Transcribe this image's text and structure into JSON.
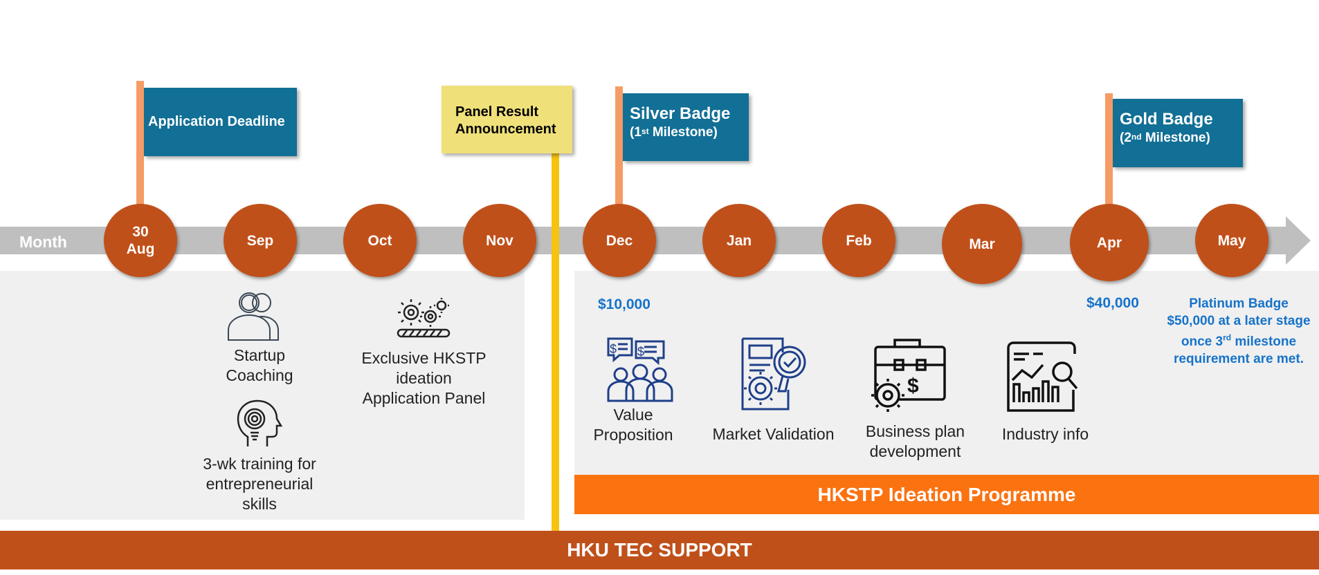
{
  "timeline": {
    "axis_label": "Month",
    "months": [
      "30\nAug",
      "Sep",
      "Oct",
      "Nov",
      "Dec",
      "Jan",
      "Feb",
      "Mar",
      "Apr",
      "May"
    ]
  },
  "flags": {
    "application_deadline": "Application Deadline",
    "panel_result_line1": "Panel Result",
    "panel_result_line2": "Announcement",
    "silver_title": "Silver Badge",
    "silver_sub_pre": "(1",
    "silver_sub_sup": "st",
    "silver_sub_post": " Milestone)",
    "gold_title": "Gold Badge",
    "gold_sub_pre": "(2",
    "gold_sub_sup": "nd",
    "gold_sub_post": " Milestone)"
  },
  "hku_activities": {
    "startup_coaching": "Startup\nCoaching",
    "training": "3-wk training for\nentrepreneurial\nskills",
    "panel": "Exclusive HKSTP\nideation\nApplication Panel"
  },
  "hkstp_activities": {
    "value_proposition": "Value\nProposition",
    "market_validation": "Market Validation",
    "business_plan": "Business plan\ndevelopment",
    "industry_info": "Industry info"
  },
  "funding": {
    "silver_amount": "$10,000",
    "gold_amount": "$40,000",
    "platinum_line1": "Platinum Badge",
    "platinum_line2": "$50,000 at a later stage",
    "platinum_line3_pre": "once 3",
    "platinum_line3_sup": "rd",
    "platinum_line3_post": " milestone",
    "platinum_line4": "requirement are met."
  },
  "banners": {
    "programme": "HKSTP Ideation Programme",
    "support": "HKU TEC SUPPORT"
  },
  "colors": {
    "month_circle": "#c0501a",
    "flag_blue": "#126f95",
    "flag_pole": "#f59c66",
    "note_yellow": "#efe07a",
    "divider_yellow": "#f6c310",
    "programme_orange": "#fb7211",
    "support_brown": "#c0501a",
    "amount_blue": "#1673c9"
  },
  "icons": [
    "people-outline-icon",
    "head-target-icon",
    "gears-progress-icon",
    "team-chat-icon",
    "document-gear-check-icon",
    "briefcase-gear-icon",
    "report-chart-magnifier-icon"
  ]
}
